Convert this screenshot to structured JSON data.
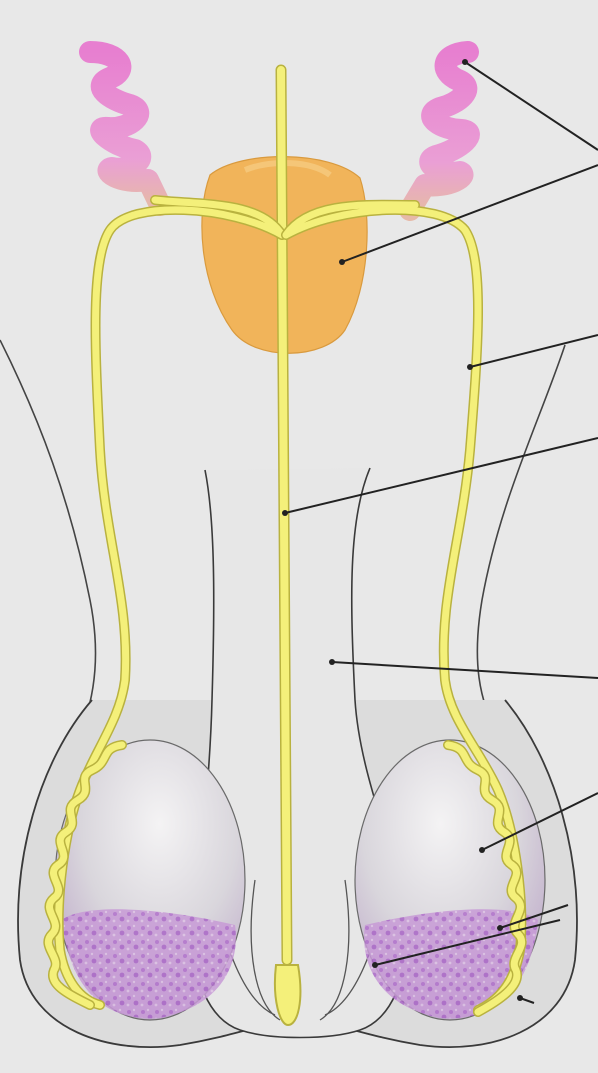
{
  "diagram": {
    "labels": [],
    "colors": {
      "background": "#e4e4e4",
      "outline": "#3a3a3a",
      "duct": "#f4f07a",
      "duct_stroke": "#b9b23f",
      "seminal_vesicle": "#e77fd0",
      "seminal_vesicle_base": "#e6b1a9",
      "prostate": "#f2b655",
      "testis_light": "#f0eff0",
      "testis_dark": "#bda2c9",
      "tubule_tissue": "#b979cf",
      "leader_line": "#222222"
    },
    "parts": [
      "seminal-vesicle",
      "prostate-gland",
      "vas-deferens",
      "urethra",
      "penis",
      "testis",
      "seminiferous-tubules",
      "epididymis",
      "scrotum"
    ]
  }
}
